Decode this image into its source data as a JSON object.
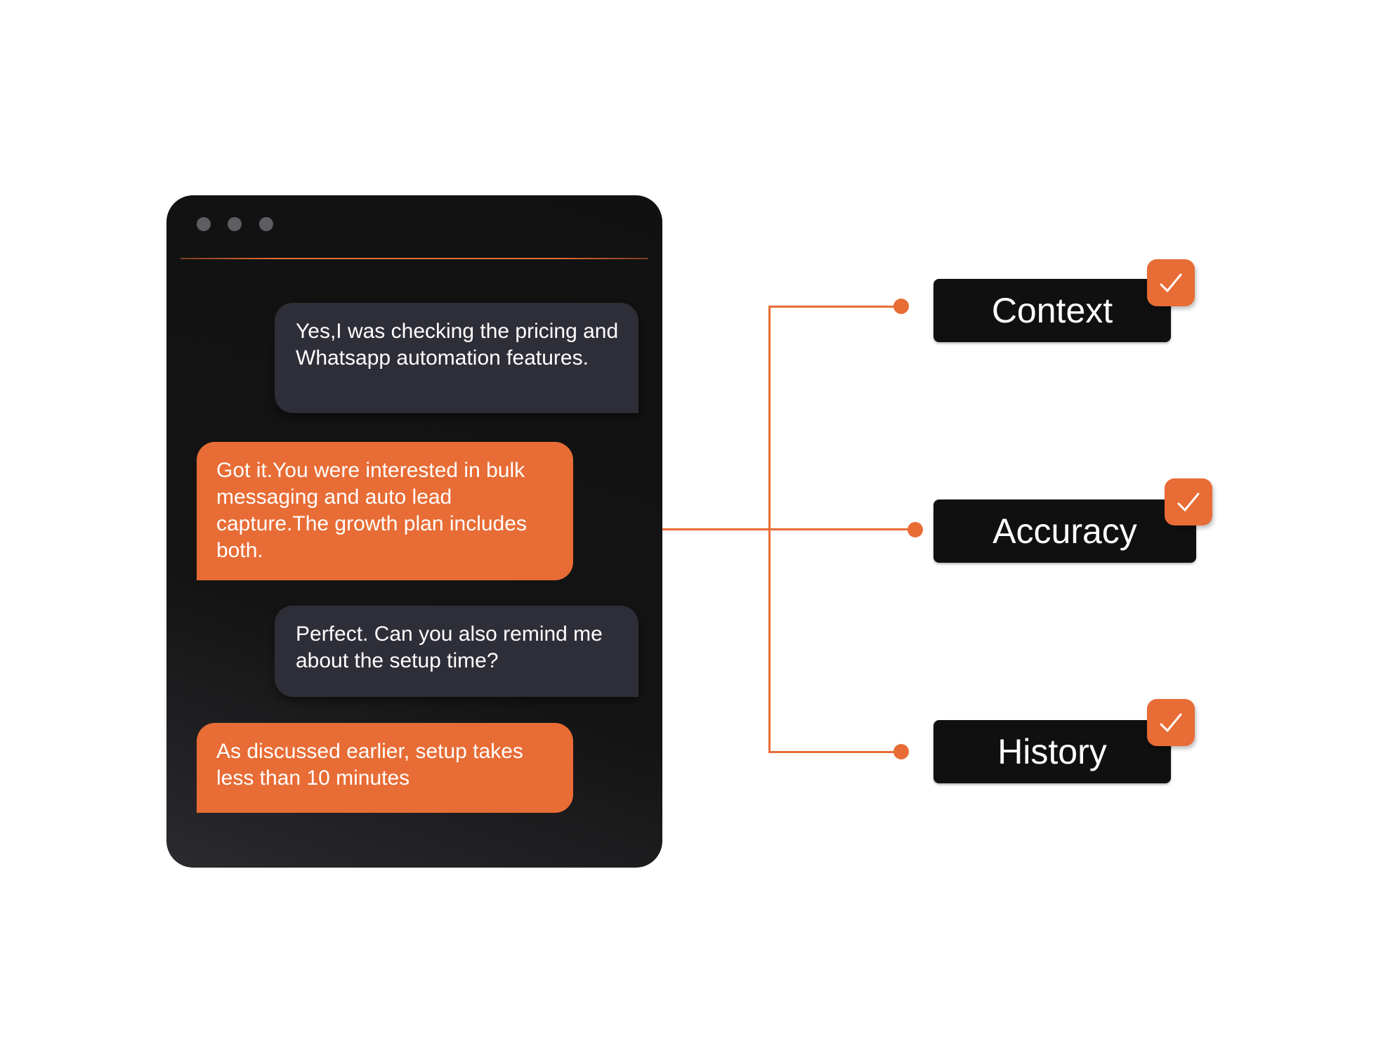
{
  "chat_window": {
    "messages": [
      {
        "sender": "user",
        "text": "Yes,I was checking the pricing and Whatsapp automation features."
      },
      {
        "sender": "bot",
        "text": "Got it.You were interested in bulk messaging and auto lead capture.The growth plan includes both."
      },
      {
        "sender": "user",
        "text": "Perfect. Can you also remind me about the setup time?"
      },
      {
        "sender": "bot",
        "text": "As discussed earlier, setup takes less than 10 minutes"
      }
    ]
  },
  "features": [
    {
      "label": "Context",
      "checked": true
    },
    {
      "label": "Accuracy",
      "checked": true
    },
    {
      "label": "History",
      "checked": true
    }
  ],
  "colors": {
    "accent": "#e86c35",
    "window": "#111111",
    "user_bubble": "#2e2e38",
    "label_bg": "#101010"
  }
}
